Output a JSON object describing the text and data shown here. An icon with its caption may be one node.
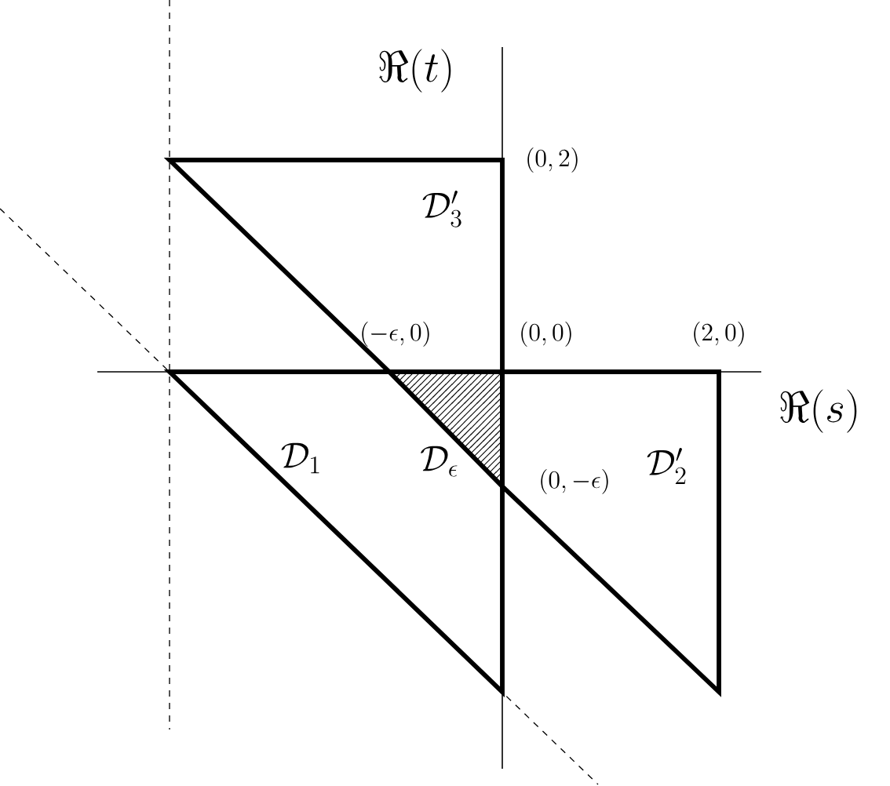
{
  "diagram": {
    "nodes": [
      {
        "text": [
          "\\mathcal{D}_3'"
        ]
      },
      {
        "text": [
          "\\mathcal{D}_1"
        ]
      },
      {
        "text": [
          "\\mathcal{D}_\\epsilon"
        ],
        "in": 1
      },
      {
        "text": [
          "\\mathcal{D}_2'"
        ]
      }
    ],
    "labels": [
      "\\Re(t)",
      "(0,2)",
      "(-\\epsilon,0)",
      "(0,0)",
      "(2,0)",
      "\\Re(s)",
      "(0,-\\epsilon)"
    ]
  }
}
